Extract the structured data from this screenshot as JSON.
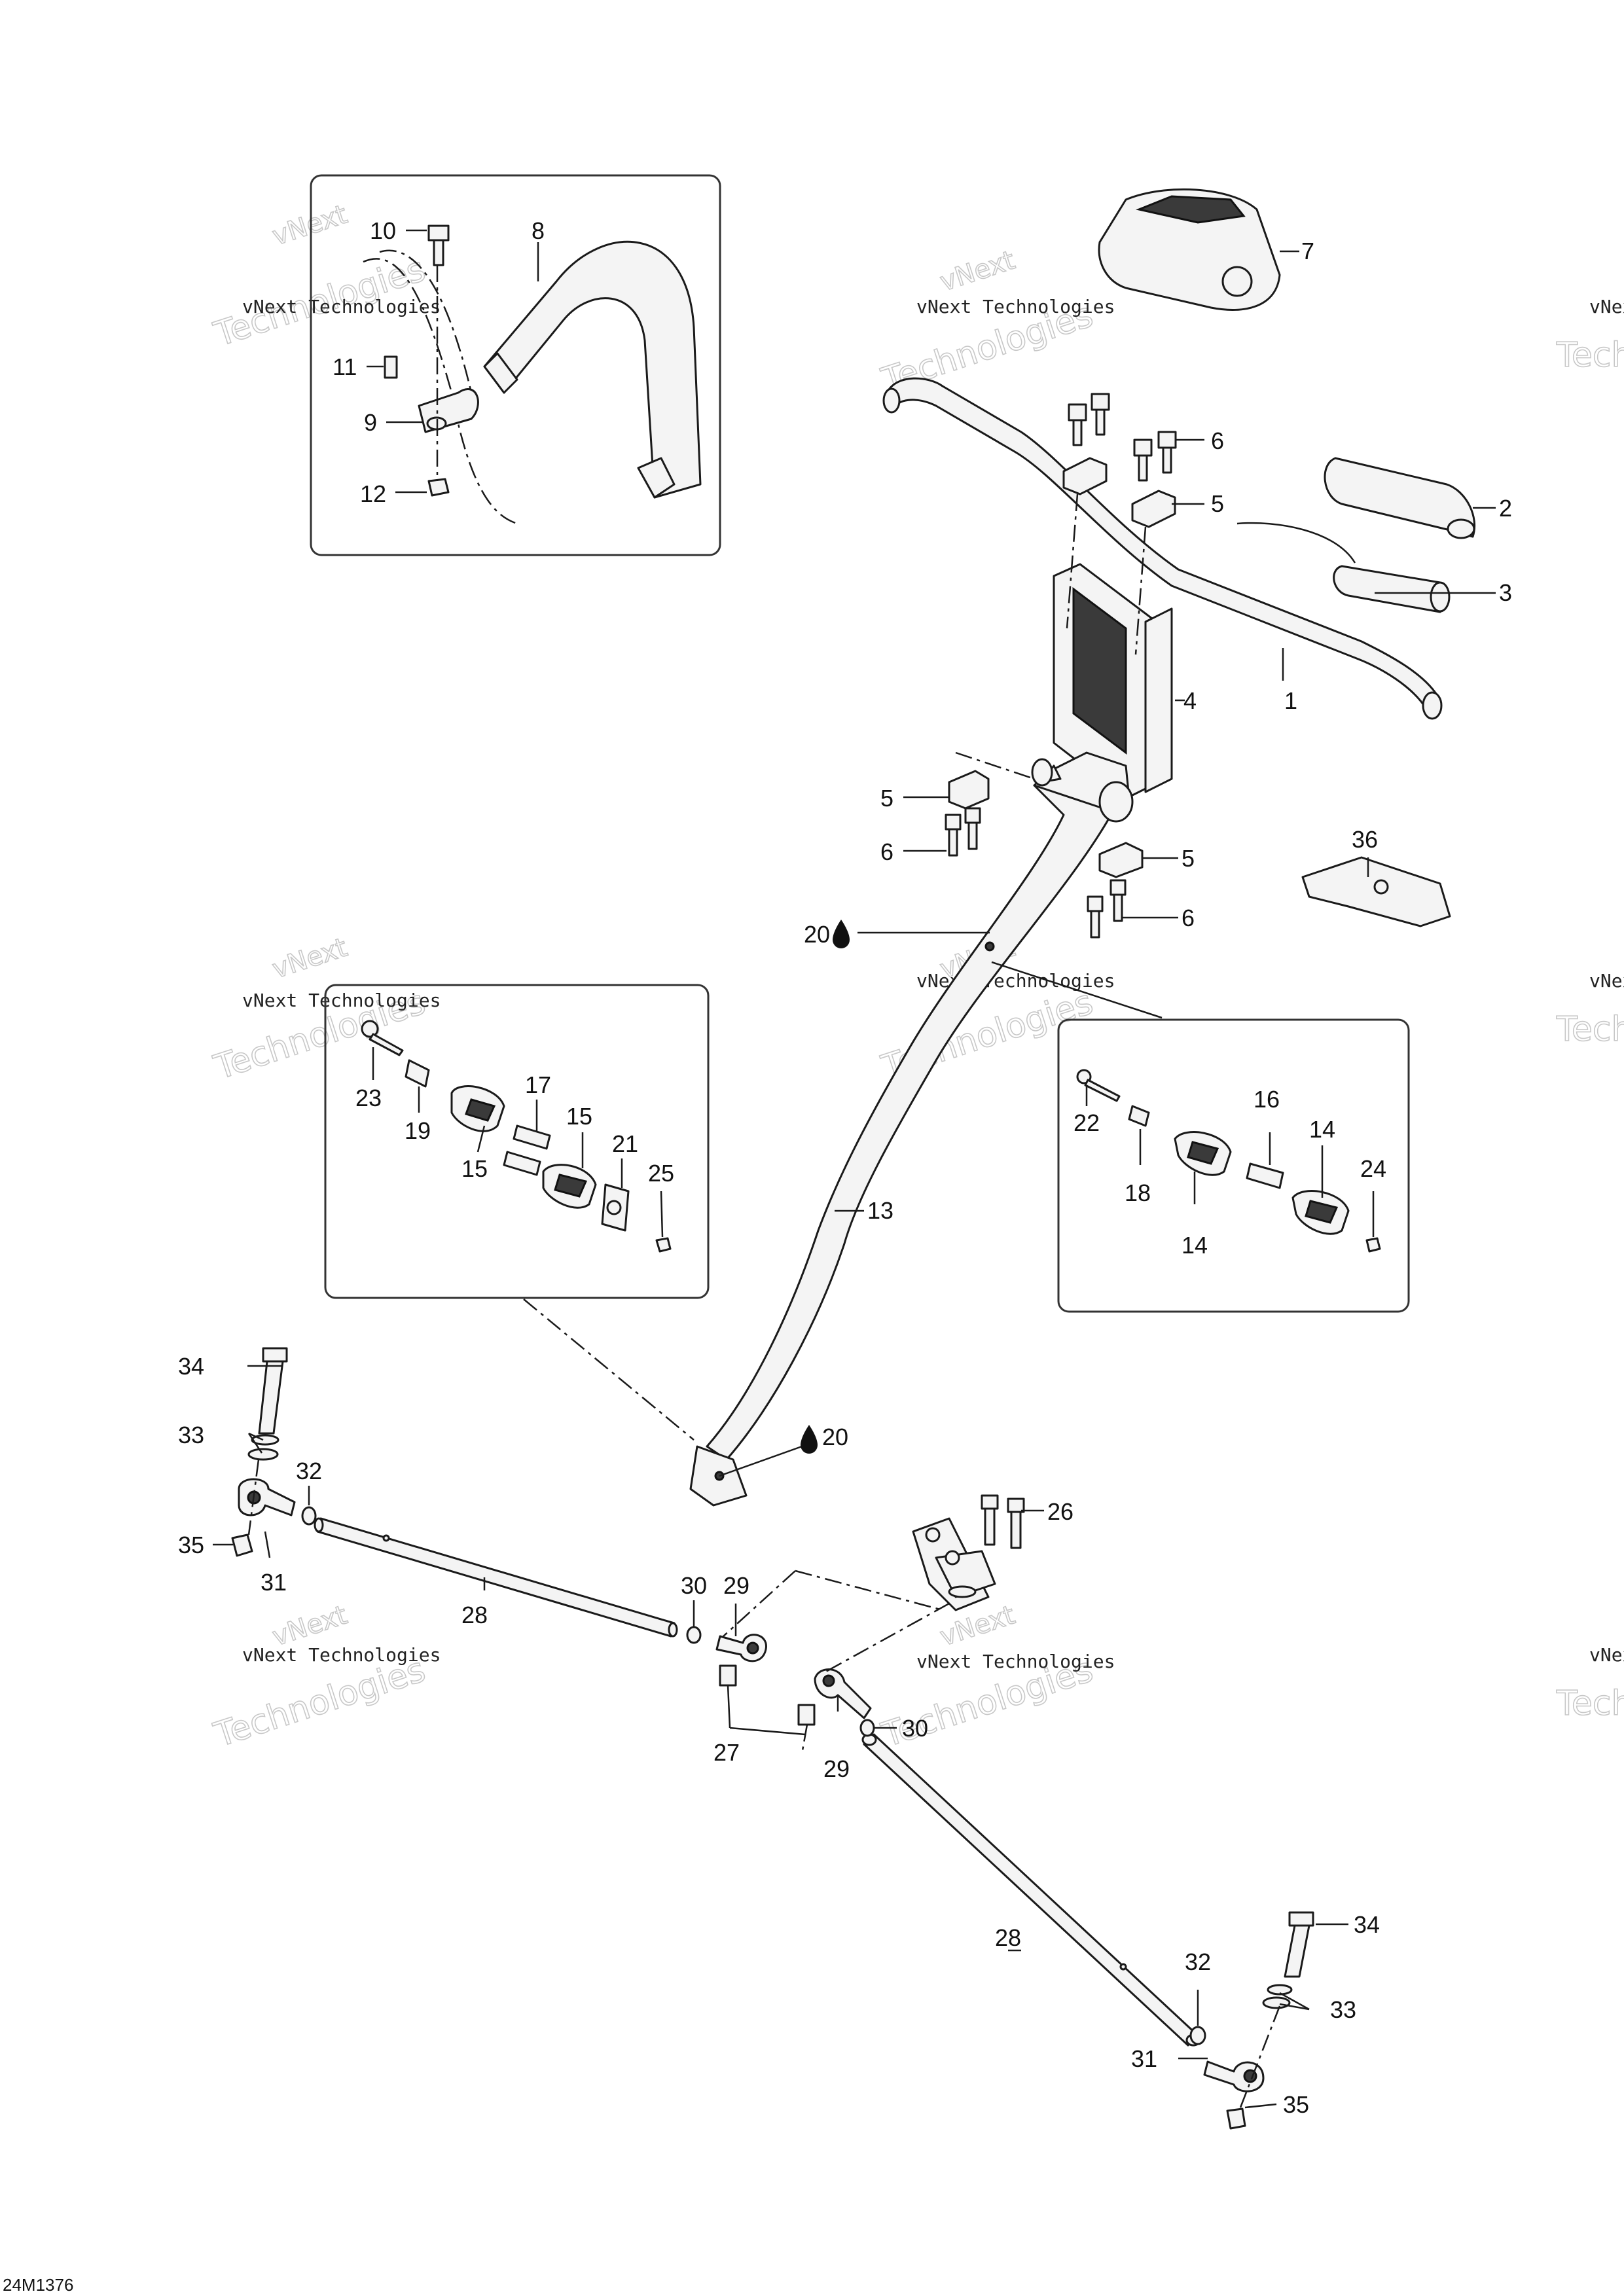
{
  "drawing_code": "24M1376",
  "watermark": {
    "line1": "vNext Technologies",
    "line2": "Technologies",
    "line3": "vNext"
  },
  "drop_icon": "oil-drop-icon",
  "callouts": {
    "c1": "1",
    "c2": "2",
    "c3": "3",
    "c4": "4",
    "c5a": "5",
    "c5b": "5",
    "c5c": "5",
    "c6a": "6",
    "c6b": "6",
    "c6c": "6",
    "c7": "7",
    "c8": "8",
    "c9": "9",
    "c10": "10",
    "c11": "11",
    "c12": "12",
    "c13": "13",
    "c14a": "14",
    "c14b": "14",
    "c15a": "15",
    "c15b": "15",
    "c16": "16",
    "c17": "17",
    "c18": "18",
    "c19": "19",
    "c20a": "20",
    "c20b": "20",
    "c21": "21",
    "c22": "22",
    "c23": "23",
    "c24": "24",
    "c25": "25",
    "c26": "26",
    "c27": "27",
    "c28a": "28",
    "c28b": "28",
    "c29a": "29",
    "c29b": "29",
    "c30a": "30",
    "c30b": "30",
    "c31a": "31",
    "c31b": "31",
    "c32a": "32",
    "c32b": "32",
    "c33a": "33",
    "c33b": "33",
    "c34a": "34",
    "c34b": "34",
    "c35a": "35",
    "c35b": "35",
    "c36": "36"
  }
}
